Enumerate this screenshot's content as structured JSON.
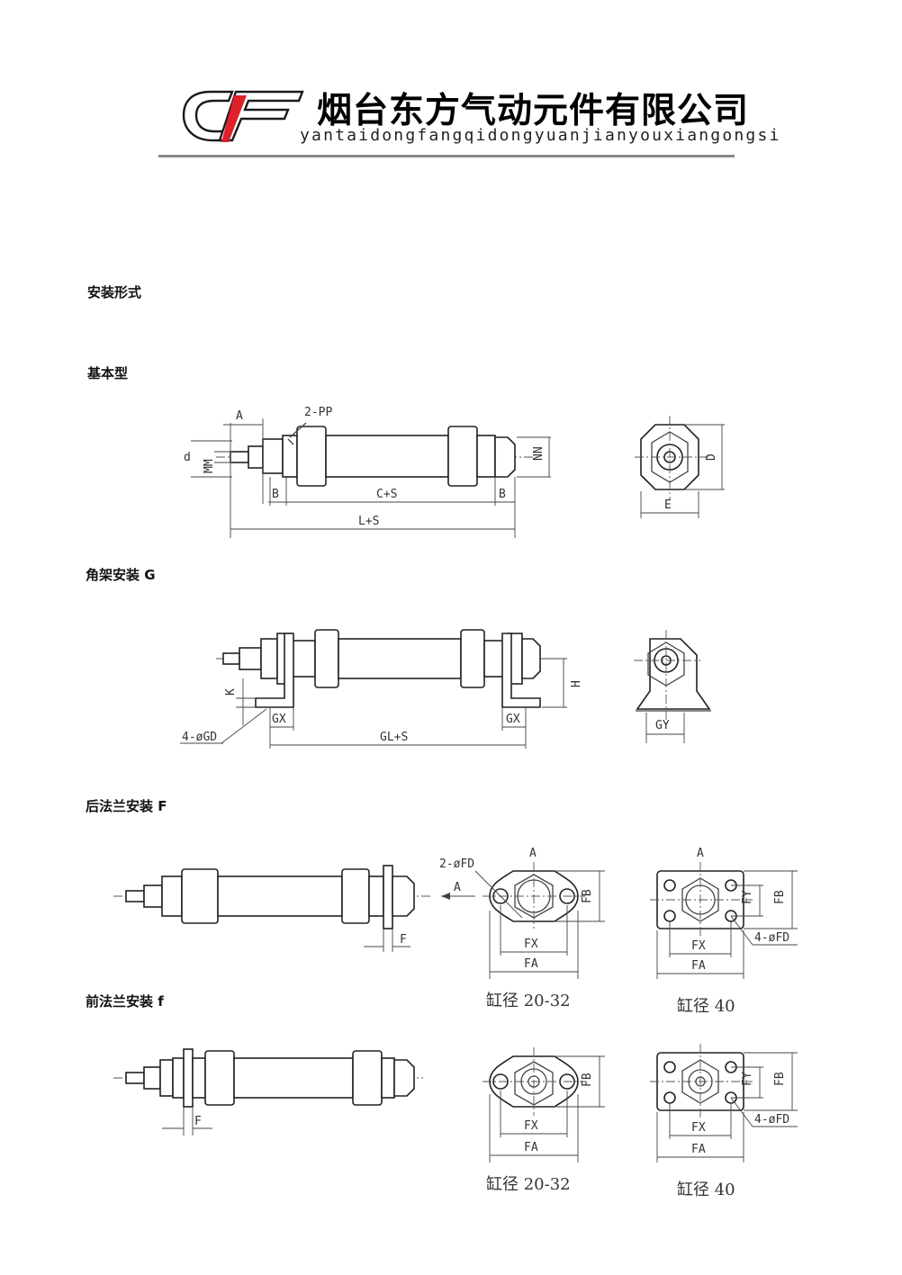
{
  "header": {
    "company_name_cn": "烟台东方气动元件有限公司",
    "company_name_pinyin": "yantaidongfangqidongyuanjianyouxiangongsi",
    "logo_colors": {
      "outline": "#1a1a1a",
      "accent": "#e0202a"
    }
  },
  "sections": {
    "mounting": {
      "title": "安装形式"
    },
    "basic": {
      "title": "基本型"
    },
    "foot": {
      "title": "角架安装 G"
    },
    "rear_flange": {
      "title": "后法兰安装 F"
    },
    "front_flange": {
      "title": "前法兰安装 f"
    }
  },
  "basic_labels": {
    "A": "A",
    "PP": "2-PP",
    "d": "d",
    "MM": "MM",
    "NN": "NN",
    "B1": "B",
    "CS": "C+S",
    "B2": "B",
    "LS": "L+S",
    "D": "D",
    "E": "E"
  },
  "foot_labels": {
    "K": "K",
    "H": "H",
    "GX1": "GX",
    "GX2": "GX",
    "GD": "4-øGD",
    "GLS": "GL+S",
    "GY": "GY"
  },
  "rear_flange_labels": {
    "F": "F",
    "FD2": "2-øFD",
    "A_top1": "A",
    "A_arrow": "A",
    "FB1": "FB",
    "FX1": "FX",
    "FA1": "FA",
    "A_top2": "A",
    "FY2": "FY",
    "FB2": "FB",
    "FX2": "FX",
    "FA2": "FA",
    "FD4": "4-øFD",
    "caption1": "缸径 20-32",
    "caption2": "缸径 40"
  },
  "front_flange_labels": {
    "F": "F",
    "FB1": "FB",
    "FX1": "FX",
    "FA1": "FA",
    "FY2": "FY",
    "FB2": "FB",
    "FX2": "FX",
    "FA2": "FA",
    "FD4": "4-øFD",
    "caption1": "缸径 20-32",
    "caption2": "缸径 40"
  }
}
